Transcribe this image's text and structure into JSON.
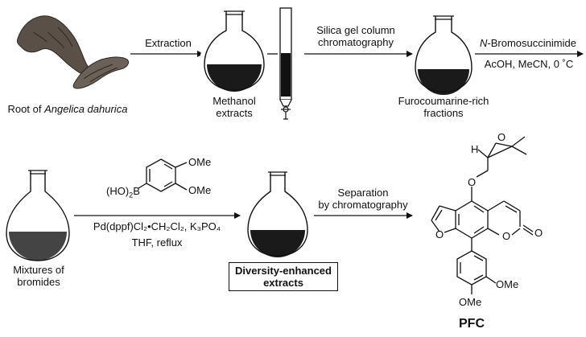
{
  "colors": {
    "ink": "#111111",
    "liquid": "#1a1a1a",
    "liquid_grey": "#444444",
    "root": "#5a5048"
  },
  "top_row": {
    "root_caption_prefix": "Root of ",
    "root_caption_species": "Angelica dahurica",
    "step1_label": "Extraction",
    "flask1_caption_line1": "Methanol",
    "flask1_caption_line2": "extracts",
    "step2_label_line1": "Silica gel column",
    "step2_label_line2": "chromatography",
    "flask2_caption_line1": "Furocoumarine-rich",
    "flask2_caption_line2": "fractions",
    "step3_reagent_prefix": "N",
    "step3_reagent_rest": "-Bromosuccinimide",
    "step3_conditions": "AcOH, MeCN, 0 ˚C"
  },
  "bottom_row": {
    "flask3_caption_line1": "Mixtures of",
    "flask3_caption_line2": "bromides",
    "boronic_prefix": "(HO)",
    "boronic_sub": "2",
    "boronic_atom": "B",
    "ome_top": "OMe",
    "ome_bottom": "OMe",
    "catalyst_line": "Pd(dppf)Cl₂•CH₂Cl₂, K₃PO₄",
    "solvent_line": "THF, reflux",
    "flask4_caption_line1": "Diversity-enhanced",
    "flask4_caption_line2": "extracts",
    "step5_label_line1": "Separation",
    "step5_label_line2": "by chromatography"
  },
  "product": {
    "h_label": "H",
    "epoxide_o": "O",
    "ether_o": "O",
    "furan_o": "O",
    "lactone_o": "O",
    "carbonyl_o": "O",
    "ome_meta": "OMe",
    "ome_para": "OMe",
    "name": "PFC"
  }
}
